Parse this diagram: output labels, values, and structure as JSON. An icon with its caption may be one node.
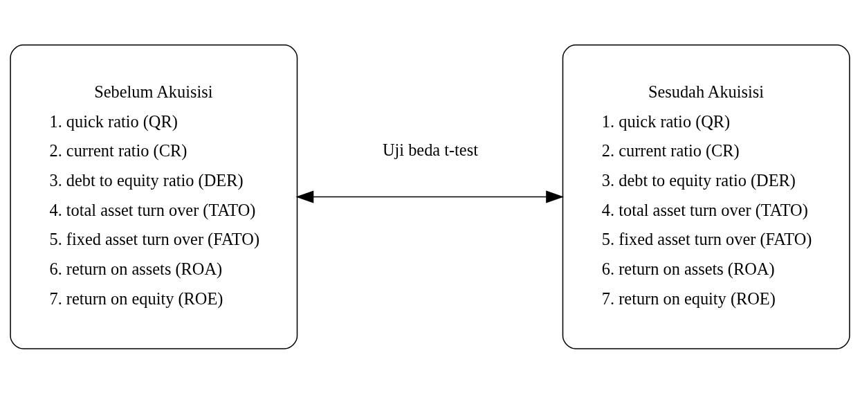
{
  "diagram": {
    "nodes": [
      {
        "text": [
          "Sebelum Akuisisi",
          "1. quick ratio (QR)",
          "2. current ratio (CR)",
          "3. debt to equity ratio (DER)",
          "4. total asset turn over (TATO)",
          "5. fixed asset turn over (FATO)",
          "6. return on assets (ROA)",
          "7. return on equity (ROE)"
        ]
      },
      {
        "text": [
          "Sesudah Akuisisi",
          "1. quick ratio (QR)",
          "2. current ratio (CR)",
          "3. debt to equity ratio (DER)",
          "4. total asset turn over (TATO)",
          "5. fixed asset turn over (FATO)",
          "6. return on assets (ROA)",
          "7. return on equity (ROE)"
        ]
      }
    ],
    "edges": [
      {
        "from": 0,
        "to": 1,
        "arrow": "both",
        "label": "Uji beda t-test"
      }
    ]
  }
}
